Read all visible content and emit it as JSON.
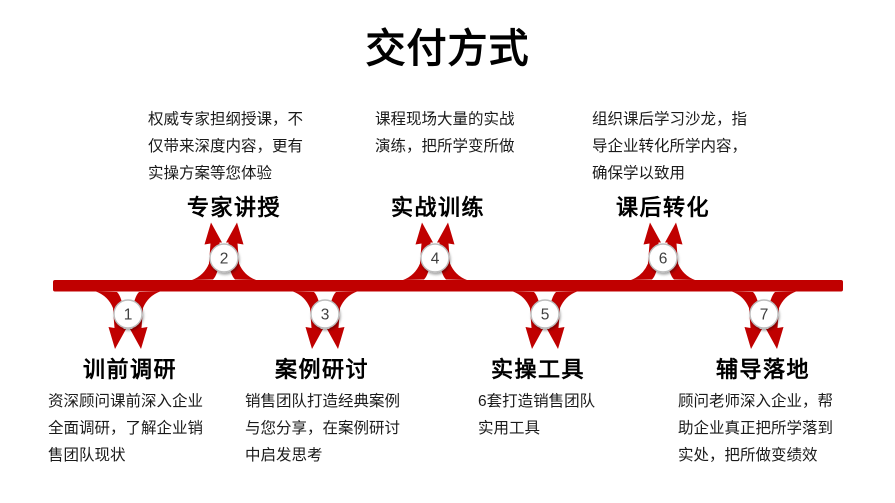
{
  "title": "交付方式",
  "colors": {
    "accent": "#C00000",
    "circle_fill": "#FFFFFF",
    "circle_border": "#BDBDBD",
    "number": "#404040",
    "text": "#1A1A1A"
  },
  "nodes": [
    {
      "num": "1",
      "label": "训前调研",
      "position": "below",
      "description": [
        "资深顾问课前深入企业",
        "全面调研，了解企业销",
        "售团队现状"
      ]
    },
    {
      "num": "2",
      "label": "专家讲授",
      "position": "above",
      "description": [
        "权威专家担纲授课，不",
        "仅带来深度内容，更有",
        "实操方案等您体验"
      ]
    },
    {
      "num": "3",
      "label": "案例研讨",
      "position": "below",
      "description": [
        "销售团队打造经典案例",
        "与您分享，在案例研讨",
        "中启发思考"
      ]
    },
    {
      "num": "4",
      "label": "实战训练",
      "position": "above",
      "description": [
        "课程现场大量的实战",
        "演练，把所学变所做"
      ]
    },
    {
      "num": "5",
      "label": "实操工具",
      "position": "below",
      "description": [
        "6套打造销售团队",
        "实用工具"
      ]
    },
    {
      "num": "6",
      "label": "课后转化",
      "position": "above",
      "description": [
        "组织课后学习沙龙，指",
        "导企业转化所学内容，",
        "确保学以致用"
      ]
    },
    {
      "num": "7",
      "label": "辅导落地",
      "position": "below",
      "description": [
        "顾问老师深入企业，帮",
        "助企业真正把所学落到",
        "实处，把所做变绩效"
      ]
    }
  ]
}
